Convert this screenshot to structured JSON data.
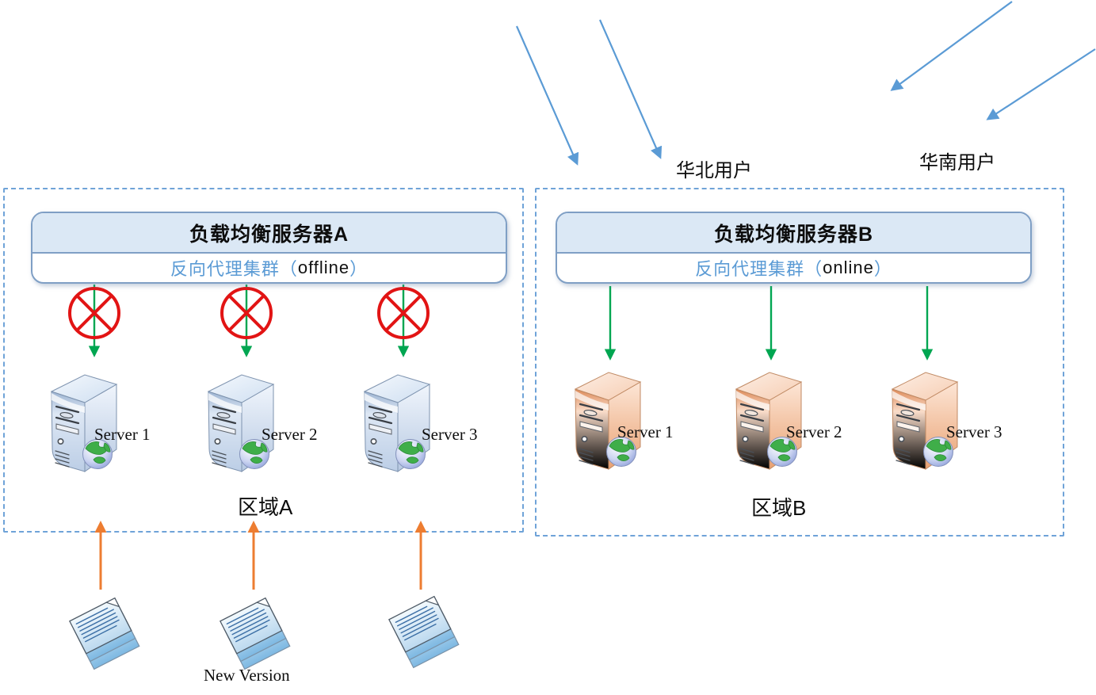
{
  "users": [
    {
      "label": "华北用户"
    },
    {
      "label": "华南用户"
    }
  ],
  "zones": [
    {
      "area_label": "区域A",
      "lb_title": "负载均衡服务器A",
      "proxy_prefix": "反向代理集群（",
      "proxy_status": "offline",
      "proxy_suffix": "）",
      "servers": [
        {
          "label": "Server 1"
        },
        {
          "label": "Server 2"
        },
        {
          "label": "Server 3"
        }
      ]
    },
    {
      "area_label": "区域B",
      "lb_title": "负载均衡服务器B",
      "proxy_prefix": "反向代理集群（",
      "proxy_status": "online",
      "proxy_suffix": "）",
      "servers": [
        {
          "label": "Server 1"
        },
        {
          "label": "Server 2"
        },
        {
          "label": "Server 3"
        }
      ]
    }
  ],
  "deployment": {
    "label": "New Version"
  },
  "icons": {
    "user_arrow": "user-request-arrow",
    "route_arrow": "green-route-arrow",
    "blocked": "blocked-cross-icon",
    "server": "server-tower-icon",
    "globe": "globe-icon",
    "documents": "document-stack-icon",
    "deploy_arrow": "deploy-up-arrow"
  },
  "colors": {
    "accent_blue": "#5b9bd5",
    "route_green": "#00a651",
    "blocked_red": "#e21414",
    "deploy_orange": "#ed7d31",
    "header_fill": "#dbe8f5",
    "header_border": "#7f9fc5",
    "zone_border": "#6fa3d8",
    "proxy_text": "#5b9bd5"
  }
}
